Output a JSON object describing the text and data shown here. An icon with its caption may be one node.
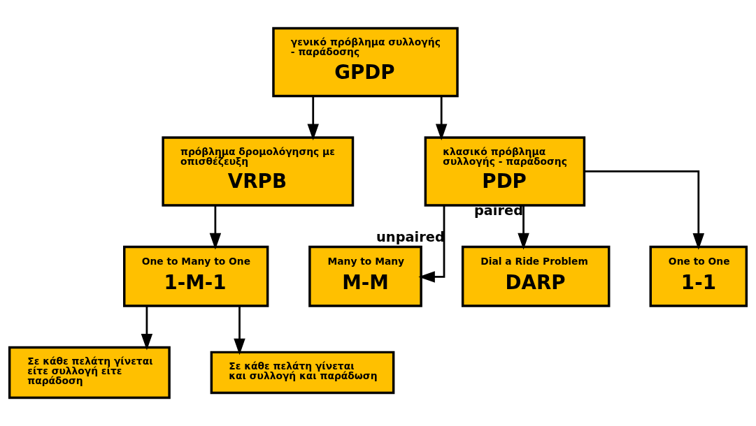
{
  "diagram": {
    "nodes": [
      {
        "text": [
          "γενικό πρόβλημα συλλογής - παράδοσης",
          "GPDP"
        ]
      },
      {
        "text": [
          "πρόβλημα δρομολόγησης με οπισθέζευξη",
          "VRPB"
        ]
      },
      {
        "text": [
          "κλασικό πρόβλημα συλλογής - παράδοσης",
          "PDP"
        ]
      },
      {
        "text": [
          "One to Many to One",
          "1-M-1"
        ]
      },
      {
        "text": [
          "Many to Many",
          "M-M"
        ]
      },
      {
        "text": [
          "Σε κάθε πελάτη γίνεται είτε συλλογή είτε παράδοση"
        ]
      },
      {
        "text": [
          "Σε κάθε πελάτη γίνεται και συλλογή και παράδωση"
        ]
      },
      {
        "text": [
          "Dial a Ride Problem",
          "DARP"
        ]
      },
      {
        "text": [
          "One to One",
          "1-1"
        ]
      }
    ],
    "edges": [
      {
        "from": 0,
        "to": 1,
        "arrow": "to"
      },
      {
        "from": 0,
        "to": 2,
        "arrow": "to"
      },
      {
        "from": 1,
        "to": 3,
        "arrow": "to"
      },
      {
        "from": 2,
        "to": 4,
        "label": "unpaired",
        "arrow": "to"
      },
      {
        "from": 3,
        "to": 5,
        "arrow": "to"
      },
      {
        "from": 3,
        "to": 6,
        "arrow": "to"
      },
      {
        "from": 2,
        "to": 7,
        "label": "paired",
        "arrow": "to"
      },
      {
        "from": 2,
        "to": 8,
        "arrow": "to"
      }
    ]
  }
}
